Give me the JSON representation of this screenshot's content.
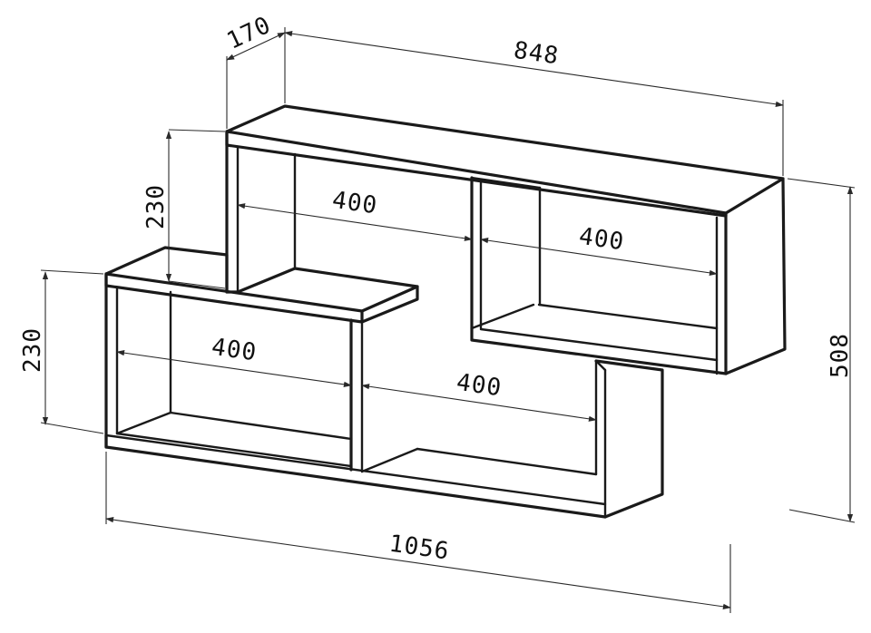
{
  "drawing": {
    "units": "mm",
    "line_color": "#1a1a1a",
    "background": "#ffffff"
  },
  "dimensions": {
    "depth": "170",
    "top_width": "848",
    "upper_height": "230",
    "lower_height": "230",
    "upper_left_width": "400",
    "upper_right_width": "400",
    "lower_left_width": "400",
    "lower_right_width": "400",
    "total_height": "508",
    "total_width": "1056"
  }
}
